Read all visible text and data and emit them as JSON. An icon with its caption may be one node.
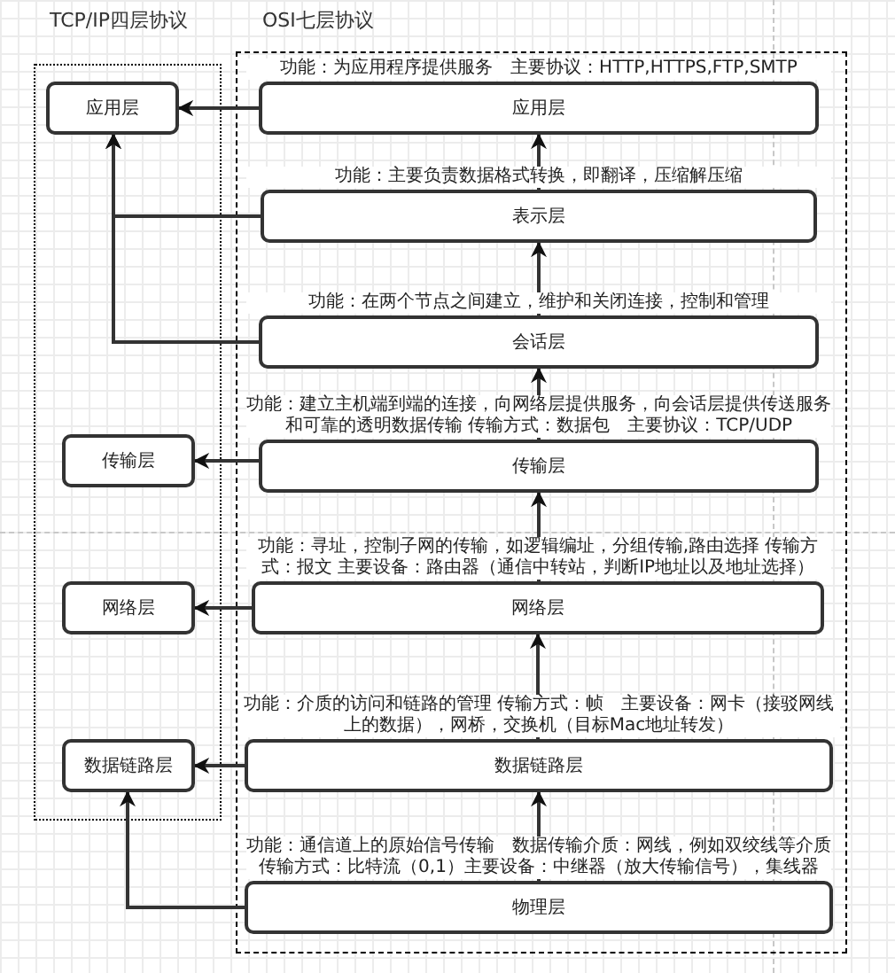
{
  "diagram": {
    "nodes": [
      {
        "text": [
          "TCP/IP四层协议"
        ]
      },
      {
        "text": [
          "应用层"
        ],
        "in": 0
      },
      {
        "text": [
          "传输层"
        ],
        "in": 0
      },
      {
        "text": [
          "网络层"
        ],
        "in": 0
      },
      {
        "text": [
          "数据链路层"
        ],
        "in": 0
      },
      {
        "text": [
          "OSI七层协议"
        ]
      },
      {
        "text": [
          "应用层"
        ],
        "in": 5,
        "beside": [
          "功能：为应用程序提供服务　主要协议：HTTP,HTTPS,FTP,SMTP"
        ]
      },
      {
        "text": [
          "表示层"
        ],
        "in": 5,
        "beside": [
          "功能：主要负责数据格式转换，即翻译，压缩解压缩"
        ]
      },
      {
        "text": [
          "会话层"
        ],
        "in": 5,
        "beside": [
          "功能：在两个节点之间建立，维护和关闭连接，控制和管理"
        ]
      },
      {
        "text": [
          "传输层"
        ],
        "in": 5,
        "beside": [
          "功能：建立主机端到端的连接，向网络层提供服务，向会话层提供传送服务和可靠的透明数据传输 传输方式：数据包　主要协议：TCP/UDP"
        ]
      },
      {
        "text": [
          "网络层"
        ],
        "in": 5,
        "beside": [
          "功能：寻址，控制子网的传输，如逻辑编址，分组传输,路由选择 传输方式：报文 主要设备：路由器（通信中转站，判断IP地址以及地址选择）"
        ]
      },
      {
        "text": [
          "数据链路层"
        ],
        "in": 5,
        "beside": [
          "功能：介质的访问和链路的管理 传输方式：帧　主要设备：网卡（接驳网线上的数据），网桥，交换机（目标Mac地址转发）"
        ]
      },
      {
        "text": [
          "物理层"
        ],
        "in": 5,
        "beside": [
          "功能：通信道上的原始信号传输　数据传输介质：网线，例如双绞线等介质传输方式：比特流（0,1）主要设备：中继器（放大传输信号），集线器"
        ]
      }
    ],
    "edges": [
      {
        "from": 6,
        "to": 1,
        "arrow": "to"
      },
      {
        "from": 7,
        "to": 6,
        "arrow": "to"
      },
      {
        "from": 7,
        "to": 1,
        "arrow": "to"
      },
      {
        "from": 8,
        "to": 7,
        "arrow": "to"
      },
      {
        "from": 8,
        "to": 1,
        "arrow": "to"
      },
      {
        "from": 9,
        "to": 8,
        "arrow": "to"
      },
      {
        "from": 9,
        "to": 2,
        "arrow": "to"
      },
      {
        "from": 10,
        "to": 9,
        "arrow": "to"
      },
      {
        "from": 10,
        "to": 3,
        "arrow": "to"
      },
      {
        "from": 11,
        "to": 10,
        "arrow": "to"
      },
      {
        "from": 11,
        "to": 4,
        "arrow": "to"
      },
      {
        "from": 12,
        "to": 11,
        "arrow": "to"
      },
      {
        "from": 12,
        "to": 4,
        "arrow": "to"
      }
    ]
  }
}
